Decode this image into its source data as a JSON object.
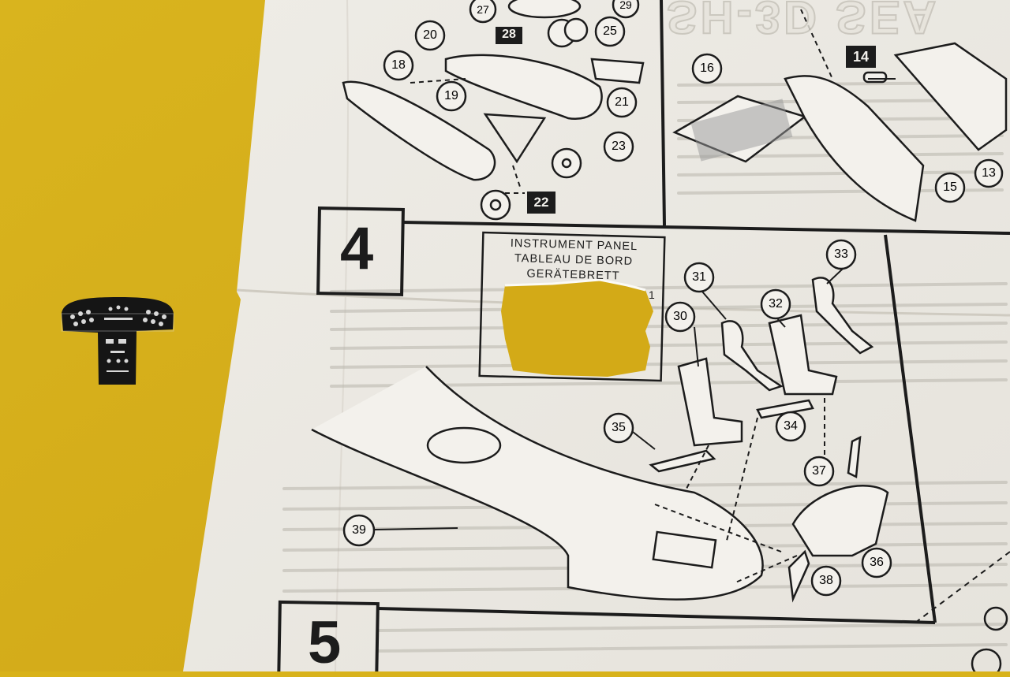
{
  "scene": {
    "background_color": "#d6af1c",
    "sheet_color": "#eeece6",
    "ink_color": "#1c1c1c"
  },
  "heading": {
    "model_title": "SH-3D SEA"
  },
  "steps": [
    {
      "number": "4"
    },
    {
      "number": "5"
    },
    {
      "number": "14"
    }
  ],
  "panel_box": {
    "line1": "INSTRUMENT PANEL",
    "line2": "TABLEAU DE BORD",
    "line3": "GERÄTEBRETT",
    "stray_mark": "1"
  },
  "callouts": {
    "c13": "13",
    "c15": "15",
    "c16": "16",
    "c18": "18",
    "c19": "19",
    "c20": "20",
    "c21": "21",
    "c22": "22",
    "c23": "23",
    "c25": "25",
    "c27": "27",
    "c28": "28",
    "c29": "29",
    "c30": "30",
    "c31": "31",
    "c32": "32",
    "c33": "33",
    "c34": "34",
    "c35": "35",
    "c36": "36",
    "c37": "37",
    "c38": "38",
    "c39": "39"
  },
  "decal": {
    "subject": "instrument-panel-decal",
    "color": "#151515"
  }
}
